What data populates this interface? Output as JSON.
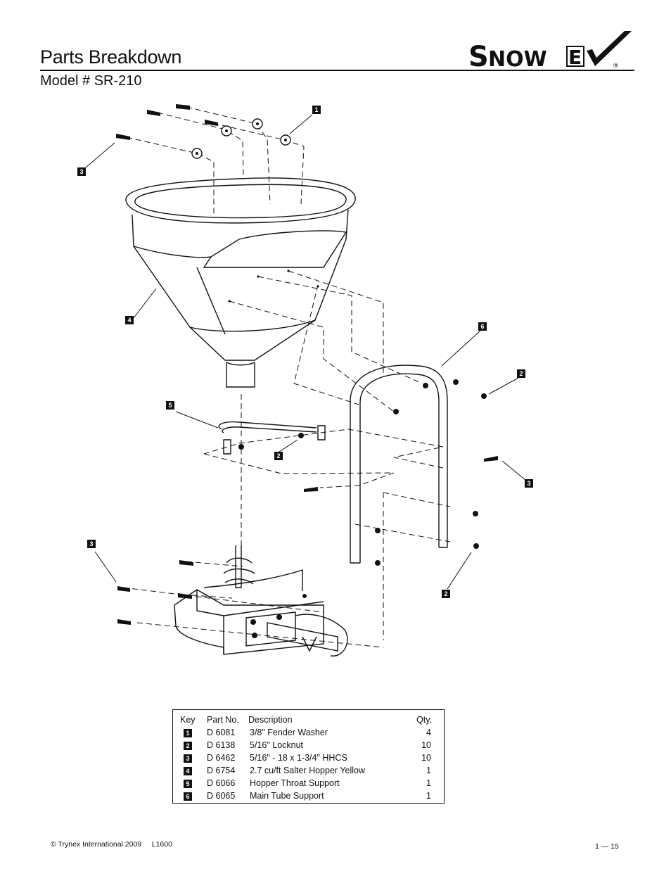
{
  "header": {
    "title": "Parts Breakdown",
    "model": "Model # SR-210",
    "logo": "SNOWEX",
    "logo_registered": "®"
  },
  "callouts": [
    "1",
    "3",
    "4",
    "6",
    "2",
    "5",
    "2",
    "3",
    "3",
    "2"
  ],
  "parts_table": {
    "headers": {
      "key": "Key",
      "part_no": "Part No.",
      "description": "Description",
      "qty": "Qty."
    },
    "rows": [
      {
        "key": "1",
        "part_no": "D 6081",
        "description": "3/8\" Fender Washer",
        "qty": "4"
      },
      {
        "key": "2",
        "part_no": "D 6138",
        "description": "5/16\" Locknut",
        "qty": "10"
      },
      {
        "key": "3",
        "part_no": "D 6462",
        "description": "5/16\" - 18 x 1-3/4\" HHCS",
        "qty": "10"
      },
      {
        "key": "4",
        "part_no": "D 6754",
        "description": "2.7 cu/ft Salter Hopper Yellow",
        "qty": "1"
      },
      {
        "key": "5",
        "part_no": "D 6066",
        "description": "Hopper Throat Support",
        "qty": "1"
      },
      {
        "key": "6",
        "part_no": "D 6065",
        "description": "Main Tube Support",
        "qty": "1"
      }
    ]
  },
  "footer": {
    "copyright": "© Trynex International 2009     L1600",
    "page": "1 — 15"
  }
}
